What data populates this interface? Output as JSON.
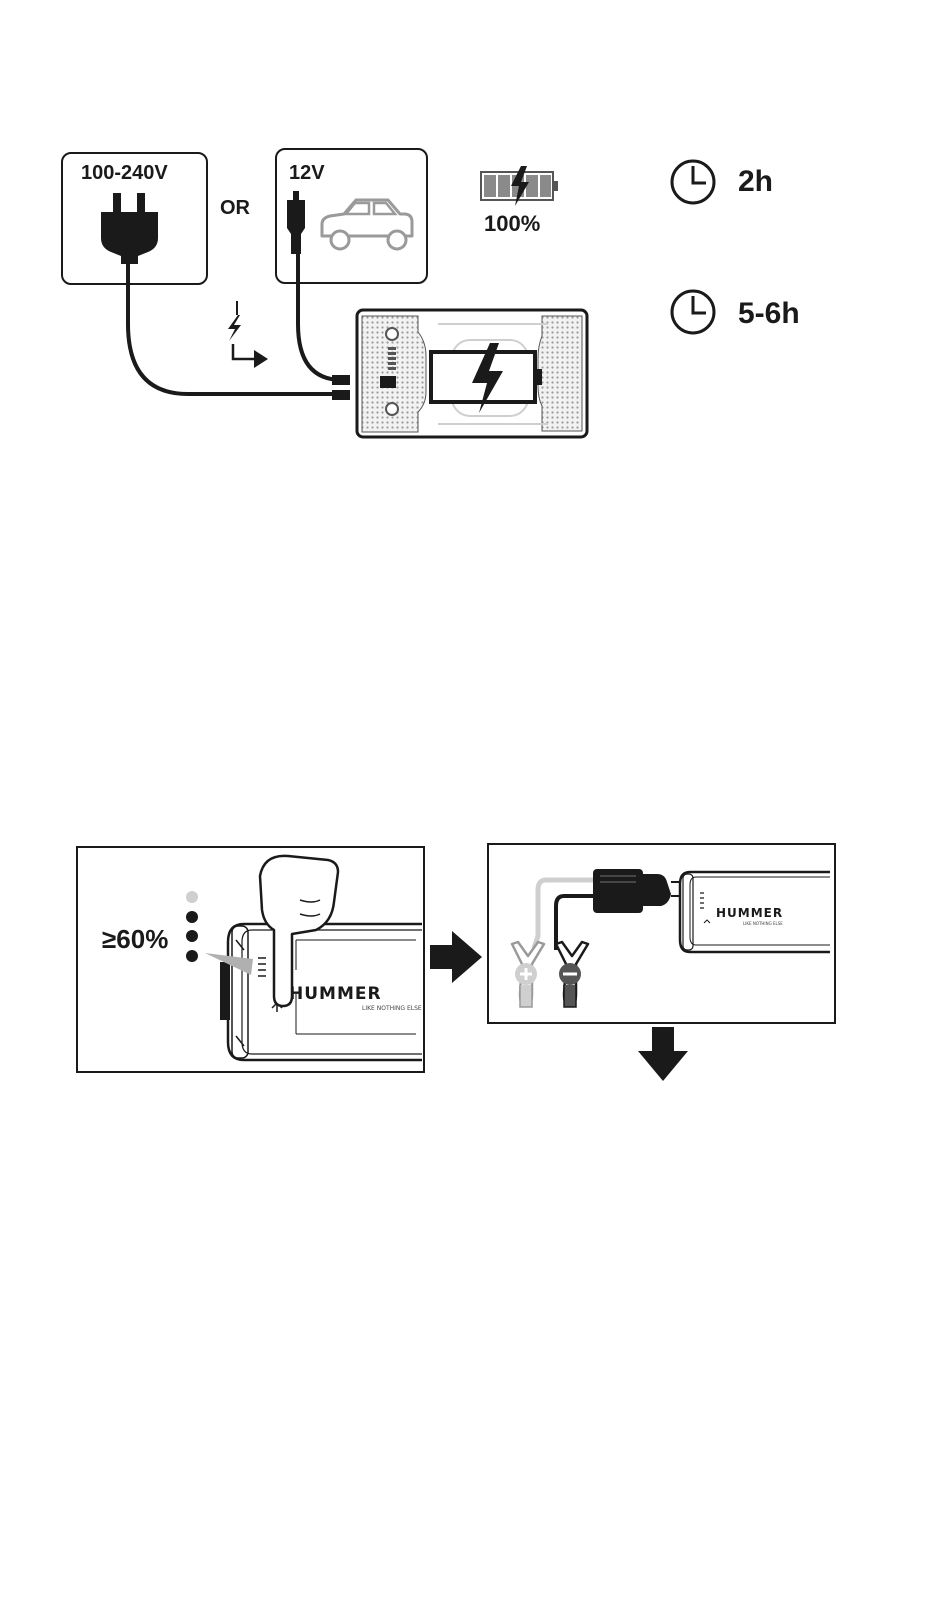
{
  "top": {
    "ac_panel": {
      "voltage": "100-240V"
    },
    "or_label": "OR",
    "car_panel": {
      "voltage": "12V"
    },
    "battery_status": {
      "percent": "100%"
    },
    "times": [
      {
        "value": "2h"
      },
      {
        "value": "5-6h"
      }
    ]
  },
  "bottom": {
    "left_panel": {
      "threshold": "≥60%",
      "brand": "HUMMER",
      "tagline": "LIKE NOTHING ELSE",
      "leds": [
        "off",
        "on",
        "on",
        "on"
      ]
    },
    "right_panel": {
      "brand": "HUMMER",
      "tagline": "LIKE NOTHING ELSE"
    }
  },
  "colors": {
    "ink": "#1a1a1a",
    "gray": "#9a9a9a",
    "light_gray": "#cfcfcf"
  },
  "icons": [
    "plug-icon",
    "car-charger-icon",
    "car-icon",
    "battery-icon",
    "lightning-icon",
    "clock-icon",
    "arrow-right-icon",
    "arrow-down-icon",
    "hand-icon",
    "clamp-positive-icon",
    "clamp-negative-icon",
    "eps-connector-icon"
  ]
}
